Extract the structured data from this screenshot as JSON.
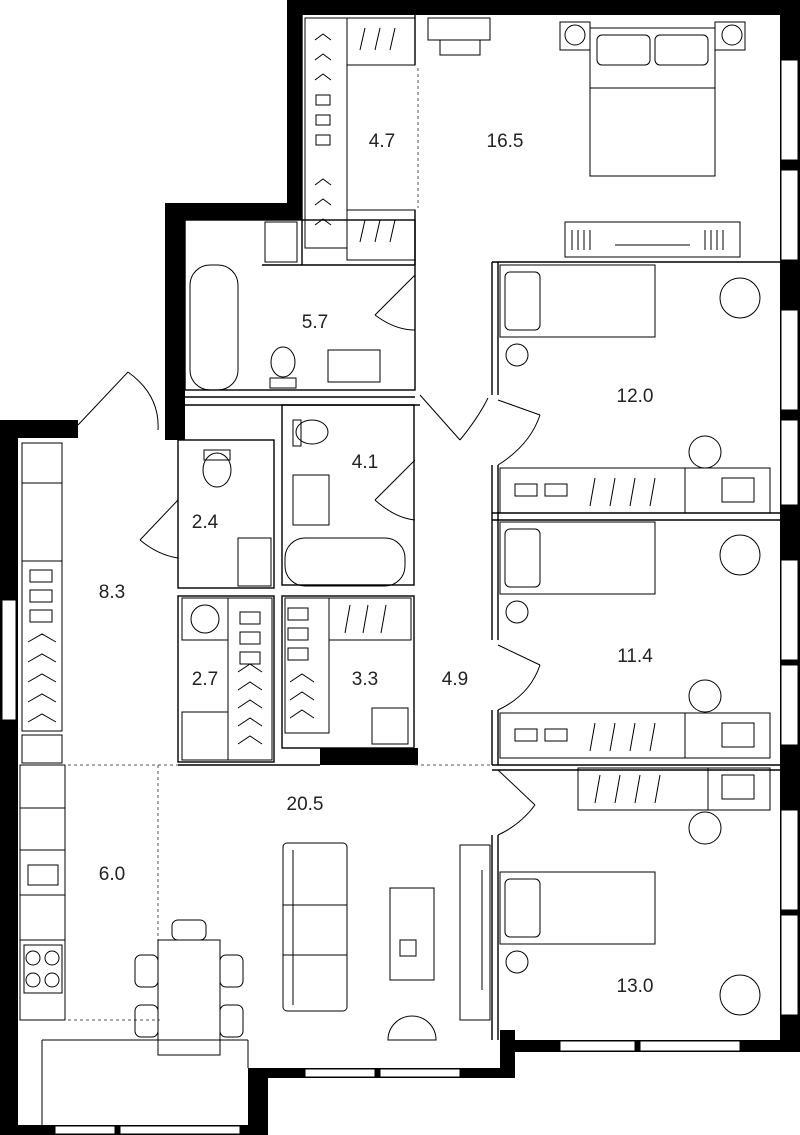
{
  "colors": {
    "wall": "#000000",
    "line": "#000000",
    "background": "#ffffff",
    "label": "#222222"
  },
  "rooms": [
    {
      "id": "walk-in-closet",
      "area": "4.7"
    },
    {
      "id": "master-bedroom",
      "area": "16.5"
    },
    {
      "id": "bathroom-1",
      "area": "5.7"
    },
    {
      "id": "bathroom-2",
      "area": "4.1"
    },
    {
      "id": "toilet",
      "area": "2.4"
    },
    {
      "id": "laundry",
      "area": "2.7"
    },
    {
      "id": "storage",
      "area": "3.3"
    },
    {
      "id": "corridor",
      "area": "4.9"
    },
    {
      "id": "entrance-hall",
      "area": "8.3"
    },
    {
      "id": "kitchen",
      "area": "6.0"
    },
    {
      "id": "living-room",
      "area": "20.5"
    },
    {
      "id": "bedroom-1",
      "area": "12.0"
    },
    {
      "id": "bedroom-2",
      "area": "11.4"
    },
    {
      "id": "bedroom-3",
      "area": "13.0"
    }
  ],
  "icons": [
    "bed-icon",
    "sofa-icon",
    "dining-table-icon",
    "bathtub-icon",
    "toilet-icon",
    "sink-icon",
    "wardrobe-icon",
    "desk-icon",
    "armchair-icon",
    "washing-machine-icon",
    "stove-icon",
    "tv-icon",
    "door-icon",
    "window-icon"
  ]
}
